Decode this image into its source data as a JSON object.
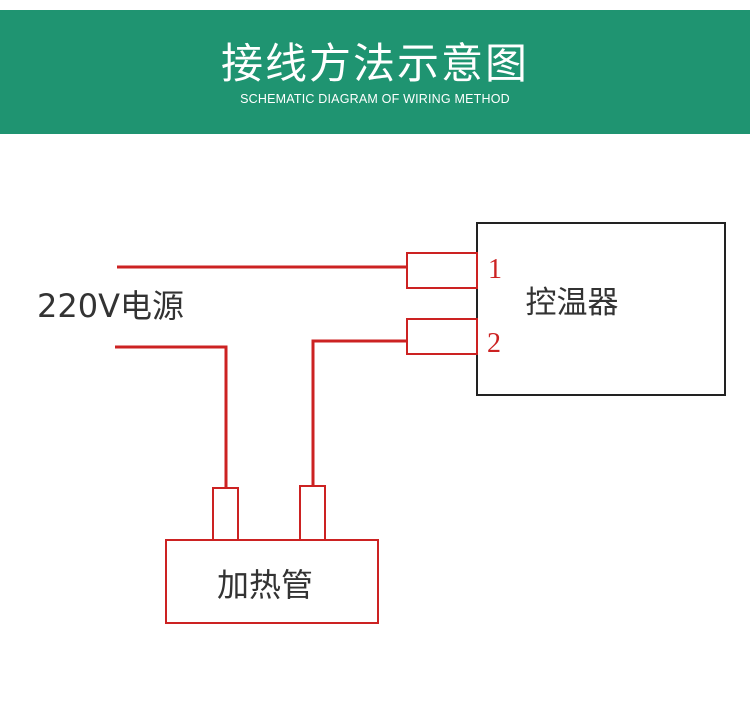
{
  "header": {
    "title": "接线方法示意图",
    "subtitle": "SCHEMATIC DIAGRAM OF WIRING METHOD"
  },
  "diagram": {
    "power_source_label": "220V电源",
    "controller_label": "控温器",
    "heater_label": "加热管",
    "terminal_1_label": "1",
    "terminal_2_label": "2"
  },
  "colors": {
    "header_bg": "#1f9471",
    "wire": "#cc2222",
    "box_stroke": "#222222",
    "text": "#333333"
  }
}
